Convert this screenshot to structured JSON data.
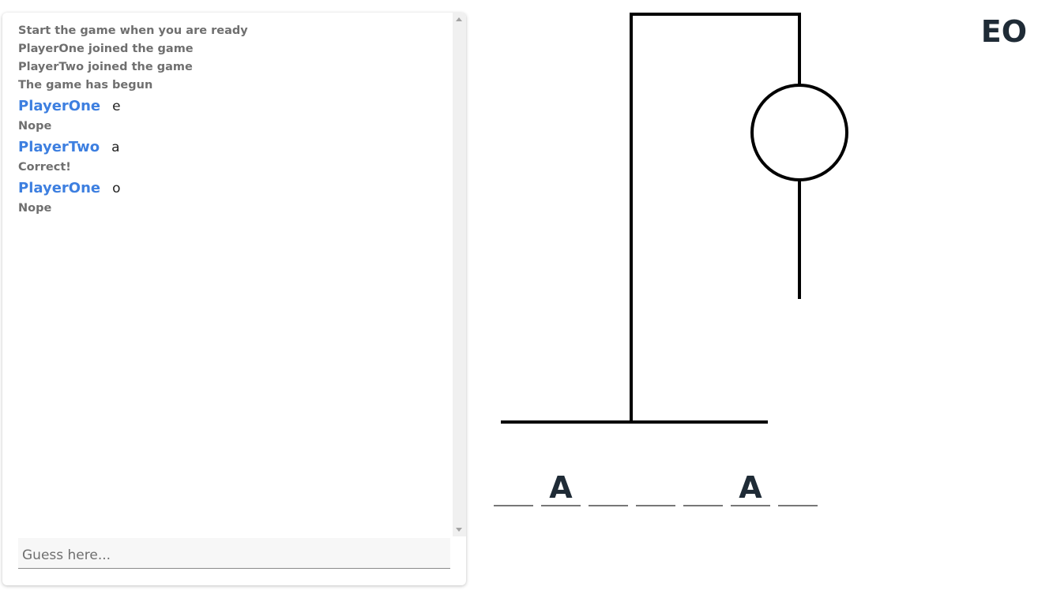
{
  "chat": {
    "messages": [
      {
        "type": "system",
        "text": "Start the game when you are ready"
      },
      {
        "type": "system",
        "text": "PlayerOne joined the game"
      },
      {
        "type": "system",
        "text": "PlayerTwo joined the game"
      },
      {
        "type": "system",
        "text": "The game has begun"
      },
      {
        "type": "guess",
        "player": "PlayerOne",
        "letter": "e"
      },
      {
        "type": "system",
        "text": "Nope"
      },
      {
        "type": "guess",
        "player": "PlayerTwo",
        "letter": "a"
      },
      {
        "type": "system",
        "text": "Correct!"
      },
      {
        "type": "guess",
        "player": "PlayerOne",
        "letter": "o"
      },
      {
        "type": "system",
        "text": "Nope"
      }
    ],
    "input_placeholder": "Guess here..."
  },
  "game": {
    "word_slots": [
      "",
      "A",
      "",
      "",
      "",
      "A",
      ""
    ],
    "wrong_letters": "EO",
    "wrong_guess_count": 2,
    "drawn_parts": [
      "head",
      "body"
    ],
    "colors": {
      "player_name": "#3d7fe0",
      "system_text": "#6f6f6f",
      "gallows": "#000000"
    }
  }
}
